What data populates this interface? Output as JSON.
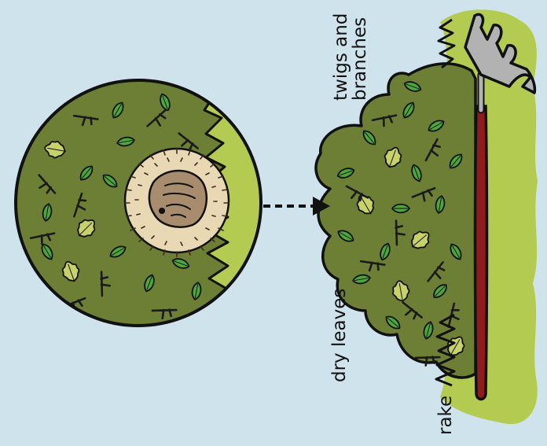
{
  "labels": {
    "twigs_line1": "twigs and",
    "twigs_line2": "branches",
    "dry_leaves": "dry leaves",
    "rake": "rake"
  },
  "colors": {
    "background": "#cfe3ec",
    "pile_dark_green": "#6c7f34",
    "grass_light_green": "#b4cb52",
    "leaf_green": "#4da83c",
    "leaf_yellow_green": "#c8d26a",
    "hedgehog_face": "#a88c6e",
    "hedgehog_spines": "#e8d8b4",
    "rake_handle": "#8e1c1c",
    "rake_head": "#b2b2b2"
  },
  "icons": [
    "hedgehog-icon",
    "rake-icon",
    "leaf-icon",
    "twig-icon",
    "arrow-icon"
  ]
}
